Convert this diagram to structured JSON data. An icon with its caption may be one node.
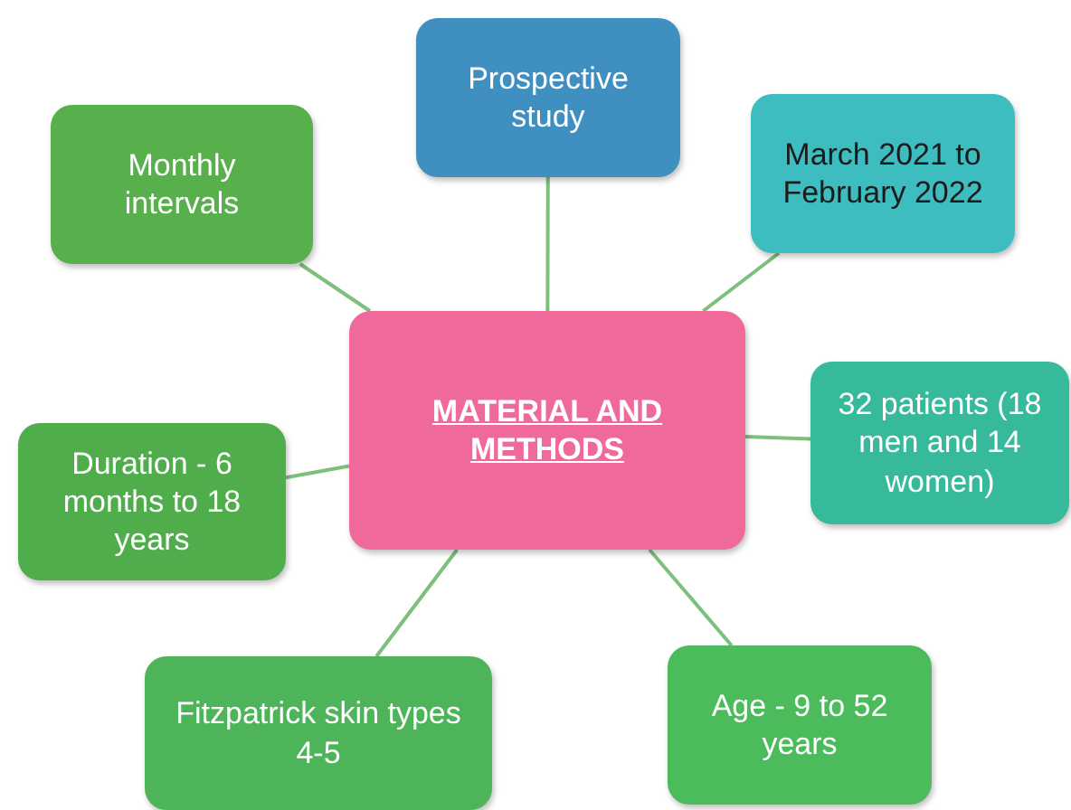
{
  "diagram": {
    "nodes": [
      {
        "text": [
          "MATERIAL AND METHODS"
        ]
      },
      {
        "text": [
          "Prospective study"
        ]
      },
      {
        "text": [
          "March 2021 to February 2022"
        ]
      },
      {
        "text": [
          "32 patients (18 men and 14 women)"
        ]
      },
      {
        "text": [
          "Age - 9 to 52 years"
        ]
      },
      {
        "text": [
          "Fitzpatrick skin types 4-5"
        ]
      },
      {
        "text": [
          "Duration - 6 months to 18 years"
        ]
      },
      {
        "text": [
          "Monthly intervals"
        ]
      }
    ],
    "edges": [
      {
        "from": 0,
        "to": 1,
        "arrow": "none"
      },
      {
        "from": 0,
        "to": 2,
        "arrow": "none"
      },
      {
        "from": 0,
        "to": 3,
        "arrow": "none"
      },
      {
        "from": 0,
        "to": 4,
        "arrow": "none"
      },
      {
        "from": 0,
        "to": 5,
        "arrow": "none"
      },
      {
        "from": 0,
        "to": 6,
        "arrow": "none"
      },
      {
        "from": 0,
        "to": 7,
        "arrow": "none"
      }
    ]
  }
}
